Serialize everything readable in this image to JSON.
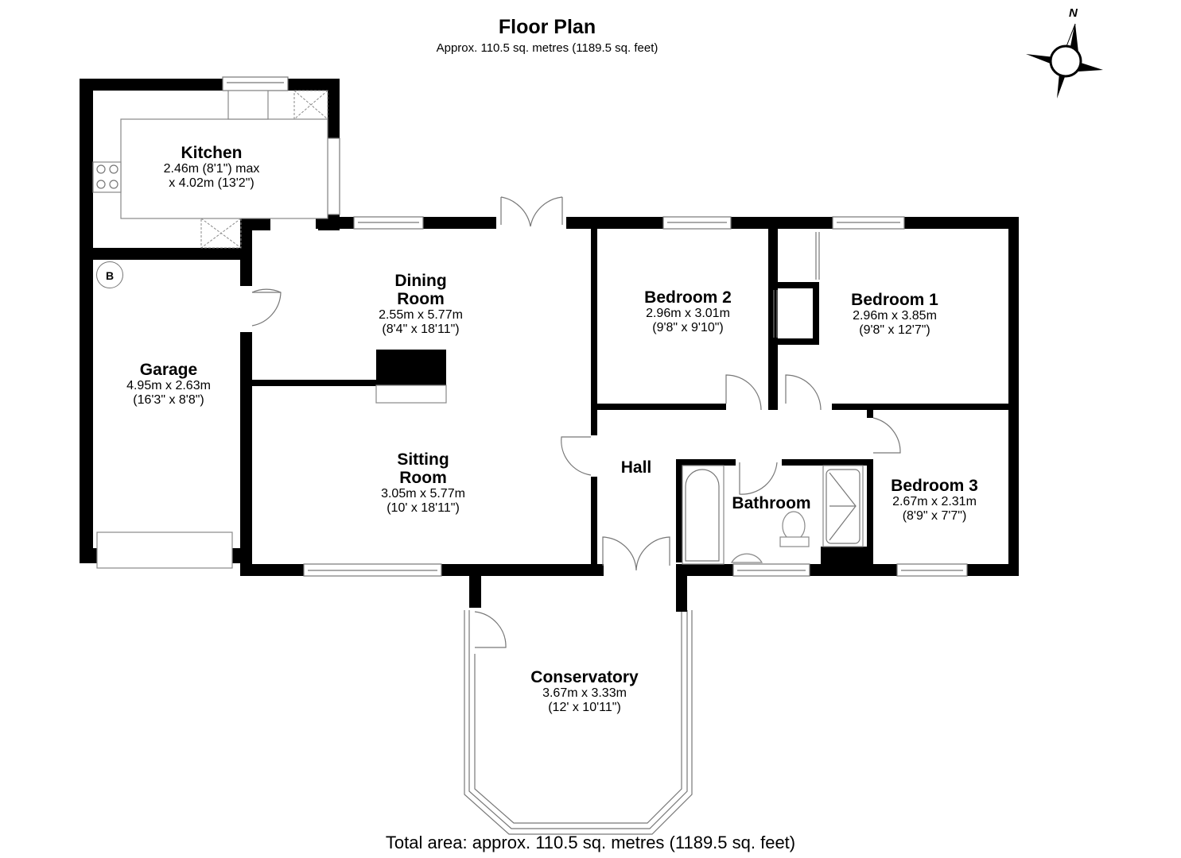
{
  "header": {
    "title": "Floor Plan",
    "subtitle": "Approx. 110.5 sq. metres (1189.5 sq. feet)"
  },
  "compass": {
    "label": "N",
    "icon": "compass-rose-icon"
  },
  "rooms": {
    "kitchen": {
      "name": "Kitchen",
      "dim1": "2.46m (8'1\") max",
      "dim2": "x 4.02m (13'2\")"
    },
    "garage": {
      "name": "Garage",
      "dim1": "4.95m x 2.63m",
      "dim2": "(16'3\" x 8'8\")"
    },
    "dining_room": {
      "name_line1": "Dining",
      "name_line2": "Room",
      "dim1": "2.55m x 5.77m",
      "dim2": "(8'4\" x 18'11\")"
    },
    "sitting_room": {
      "name_line1": "Sitting",
      "name_line2": "Room",
      "dim1": "3.05m x 5.77m",
      "dim2": "(10' x 18'11\")"
    },
    "bedroom_2": {
      "name": "Bedroom 2",
      "dim1": "2.96m x 3.01m",
      "dim2": "(9'8\" x 9'10\")"
    },
    "bedroom_1": {
      "name": "Bedroom 1",
      "dim1": "2.96m x 3.85m",
      "dim2": "(9'8\" x 12'7\")"
    },
    "hall": {
      "name": "Hall"
    },
    "bathroom": {
      "name": "Bathroom"
    },
    "bedroom_3": {
      "name": "Bedroom 3",
      "dim1": "2.67m x 2.31m",
      "dim2": "(8'9\" x 7'7\")"
    },
    "conservatory": {
      "name": "Conservatory",
      "dim1": "3.67m x 3.33m",
      "dim2": "(12' x 10'11\")"
    }
  },
  "boiler_badge": "B",
  "footer": {
    "total_area": "Total area: approx. 110.5 sq. metres (1189.5 sq. feet)"
  },
  "colors": {
    "wall": "#000000",
    "fixture_line": "#777777",
    "background": "#ffffff"
  }
}
